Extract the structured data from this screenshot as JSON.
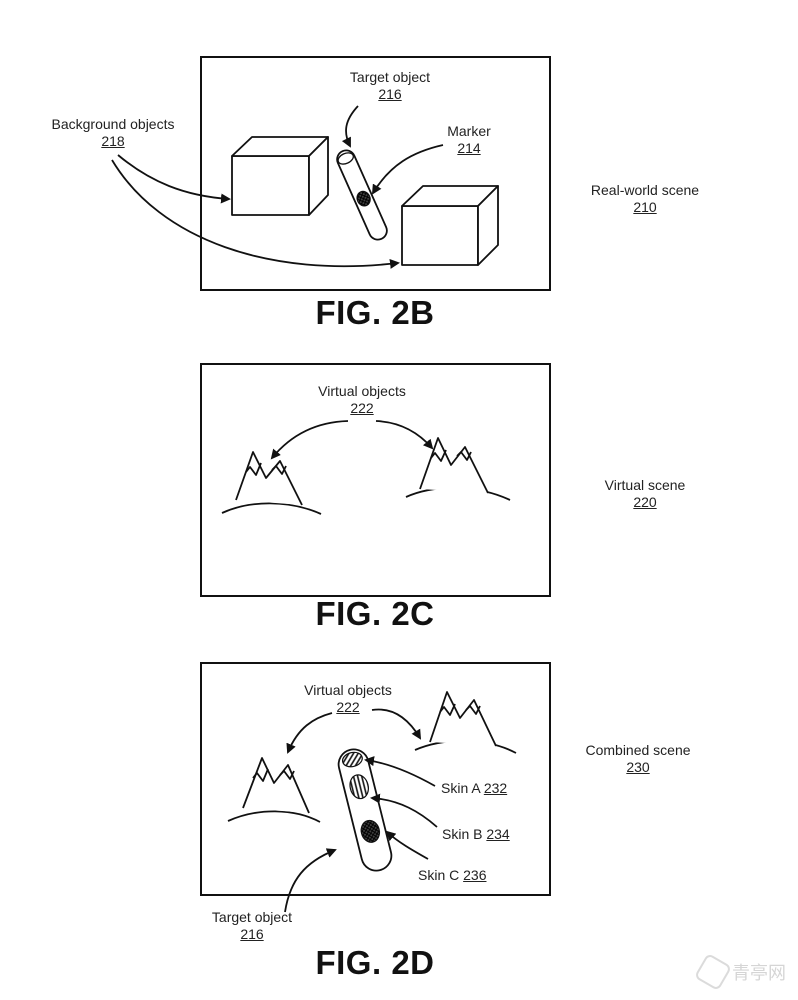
{
  "fig2b": {
    "caption": "FIG. 2B",
    "scene_label": "Real-world scene",
    "scene_ref": "210",
    "background_label": "Background objects",
    "background_ref": "218",
    "target_label": "Target object",
    "target_ref": "216",
    "marker_label": "Marker",
    "marker_ref": "214"
  },
  "fig2c": {
    "caption": "FIG. 2C",
    "scene_label": "Virtual scene",
    "scene_ref": "220",
    "virtual_label": "Virtual objects",
    "virtual_ref": "222"
  },
  "fig2d": {
    "caption": "FIG. 2D",
    "scene_label": "Combined scene",
    "scene_ref": "230",
    "virtual_label": "Virtual objects",
    "virtual_ref": "222",
    "skin_a_label": "Skin A",
    "skin_a_ref": "232",
    "skin_b_label": "Skin B",
    "skin_b_ref": "234",
    "skin_c_label": "Skin C",
    "skin_c_ref": "236",
    "target_label": "Target object",
    "target_ref": "216"
  },
  "watermark": {
    "text": "青亭网",
    "icon": "hexagon-logo-icon"
  }
}
